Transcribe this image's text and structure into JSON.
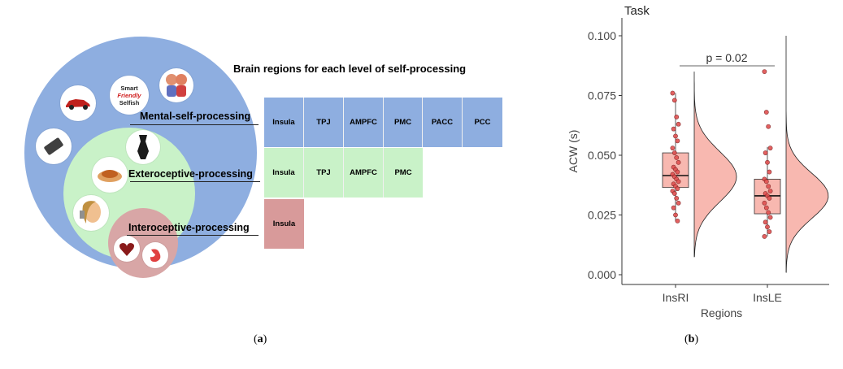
{
  "panel_a": {
    "title": "Brain regions for each level of  self-processing",
    "levels": [
      {
        "label": "Mental-self-processing",
        "cells": [
          "Insula",
          "TPJ",
          "AMPFC",
          "PMC",
          "PACC",
          "PCC"
        ],
        "color": "#8eaee0"
      },
      {
        "label": "Exteroceptive-processing",
        "cells": [
          "Insula",
          "TPJ",
          "AMPFC",
          "PMC"
        ],
        "color": "#c9f2c8"
      },
      {
        "label": "Interoceptive-processing",
        "cells": [
          "Insula"
        ],
        "color": "#d89a9a"
      }
    ],
    "traits": [
      "Smart",
      "Friendly",
      "Selfish"
    ],
    "caption_prefix": "(",
    "caption_letter": "a",
    "caption_suffix": ")"
  },
  "panel_b": {
    "caption_prefix": "(",
    "caption_letter": "b",
    "caption_suffix": ")"
  },
  "chart_data": {
    "type": "raincloud",
    "title": "Task",
    "xlabel": "Regions",
    "ylabel": "ACW (s)",
    "ylim": [
      0.0,
      0.105
    ],
    "yticks": [
      "0.000",
      "0.025",
      "0.050",
      "0.075",
      "0.100"
    ],
    "annotation": "p = 0.02",
    "categories": [
      "InsRI",
      "InsLE"
    ],
    "fill_color": "#f8b8b0",
    "point_color": "#e05050",
    "boxes": [
      {
        "category": "InsRI",
        "q1": 0.0365,
        "median": 0.0415,
        "q3": 0.051,
        "whisker_low": 0.0225,
        "whisker_high": 0.076
      },
      {
        "category": "InsLE",
        "q1": 0.0255,
        "median": 0.033,
        "q3": 0.04,
        "whisker_low": 0.016,
        "whisker_high": 0.0535
      }
    ],
    "points": [
      {
        "category": "InsRI",
        "values": [
          0.076,
          0.073,
          0.066,
          0.063,
          0.061,
          0.058,
          0.056,
          0.053,
          0.051,
          0.049,
          0.047,
          0.045,
          0.044,
          0.043,
          0.042,
          0.041,
          0.04,
          0.039,
          0.038,
          0.037,
          0.036,
          0.035,
          0.034,
          0.032,
          0.03,
          0.028,
          0.025,
          0.0225
        ]
      },
      {
        "category": "InsLE",
        "values": [
          0.085,
          0.068,
          0.062,
          0.053,
          0.051,
          0.047,
          0.043,
          0.04,
          0.039,
          0.037,
          0.035,
          0.034,
          0.033,
          0.032,
          0.03,
          0.028,
          0.026,
          0.024,
          0.022,
          0.02,
          0.018,
          0.016
        ]
      }
    ],
    "violins": [
      {
        "category": "InsRI",
        "range": [
          0.0075,
          0.085
        ],
        "peak": 0.041,
        "sd": 0.0105
      },
      {
        "category": "InsLE",
        "range": [
          0.001,
          0.1
        ],
        "peak": 0.033,
        "sd": 0.0095
      }
    ]
  }
}
